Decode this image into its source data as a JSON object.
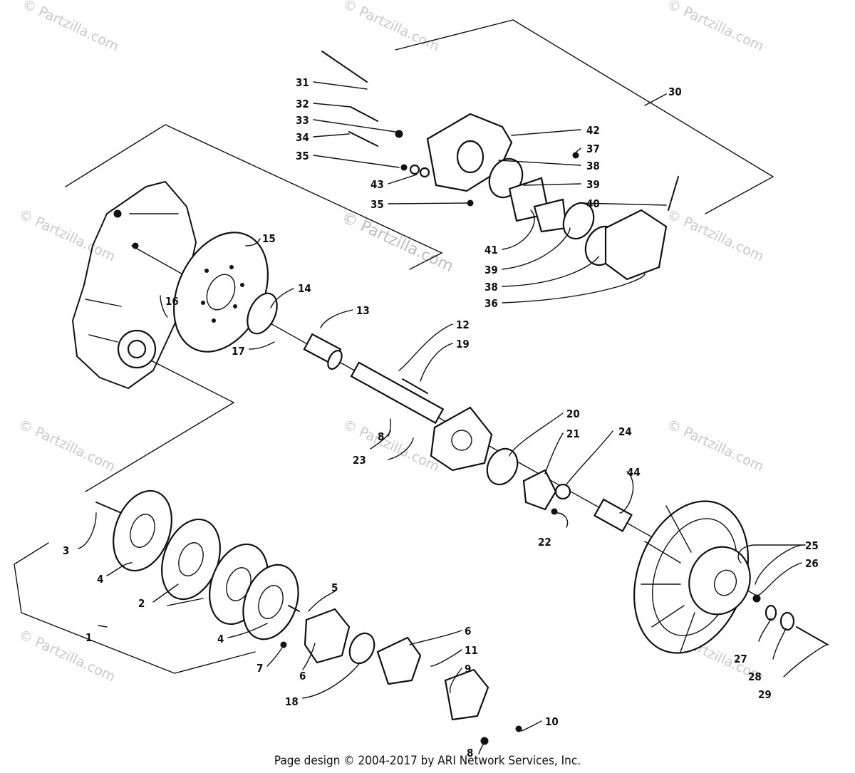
{
  "watermark": {
    "text": "© Partzilla.com",
    "center_text": "© Partzilla.com"
  },
  "callouts": {
    "c1": "1",
    "c2": "2",
    "c3": "3",
    "c4a": "4",
    "c4b": "4",
    "c5": "5",
    "c6a": "6",
    "c6b": "6",
    "c7": "7",
    "c8a": "8",
    "c8b": "8",
    "c9": "9",
    "c10": "10",
    "c11": "11",
    "c12": "12",
    "c13": "13",
    "c14": "14",
    "c15": "15",
    "c16": "16",
    "c17": "17",
    "c18": "18",
    "c19": "19",
    "c20": "20",
    "c21": "21",
    "c22": "22",
    "c23": "23",
    "c24": "24",
    "c25": "25",
    "c26": "26",
    "c27": "27",
    "c28": "28",
    "c29": "29",
    "c30": "30",
    "c31": "31",
    "c32": "32",
    "c33": "33",
    "c34": "34",
    "c35a": "35",
    "c35b": "35",
    "c36": "36",
    "c37": "37",
    "c38a": "38",
    "c38b": "38",
    "c39a": "39",
    "c39b": "39",
    "c40": "40",
    "c41": "41",
    "c42": "42",
    "c43": "43",
    "c44": "44"
  },
  "footer": {
    "text": "Page design © 2004-2017 by ARI Network Services, Inc."
  }
}
